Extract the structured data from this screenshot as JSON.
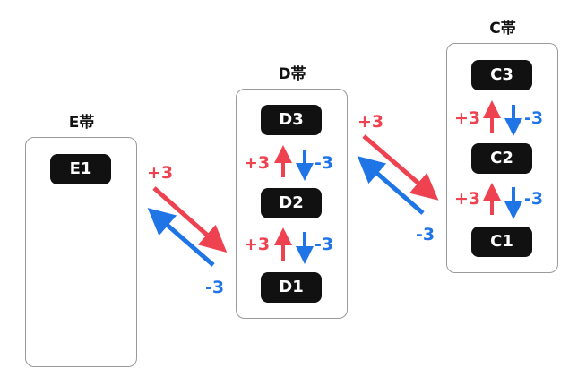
{
  "bands": {
    "e": {
      "title": "E帯",
      "levels": [
        "E1"
      ]
    },
    "d": {
      "title": "D帯",
      "levels": [
        "D3",
        "D2",
        "D1"
      ]
    },
    "c": {
      "title": "C帯",
      "levels": [
        "C3",
        "C2",
        "C1"
      ]
    }
  },
  "labels": {
    "plus": "+3",
    "minus": "-3"
  },
  "colors": {
    "up": "#ef4250",
    "down": "#1f74e6",
    "level_box": "#111111"
  }
}
